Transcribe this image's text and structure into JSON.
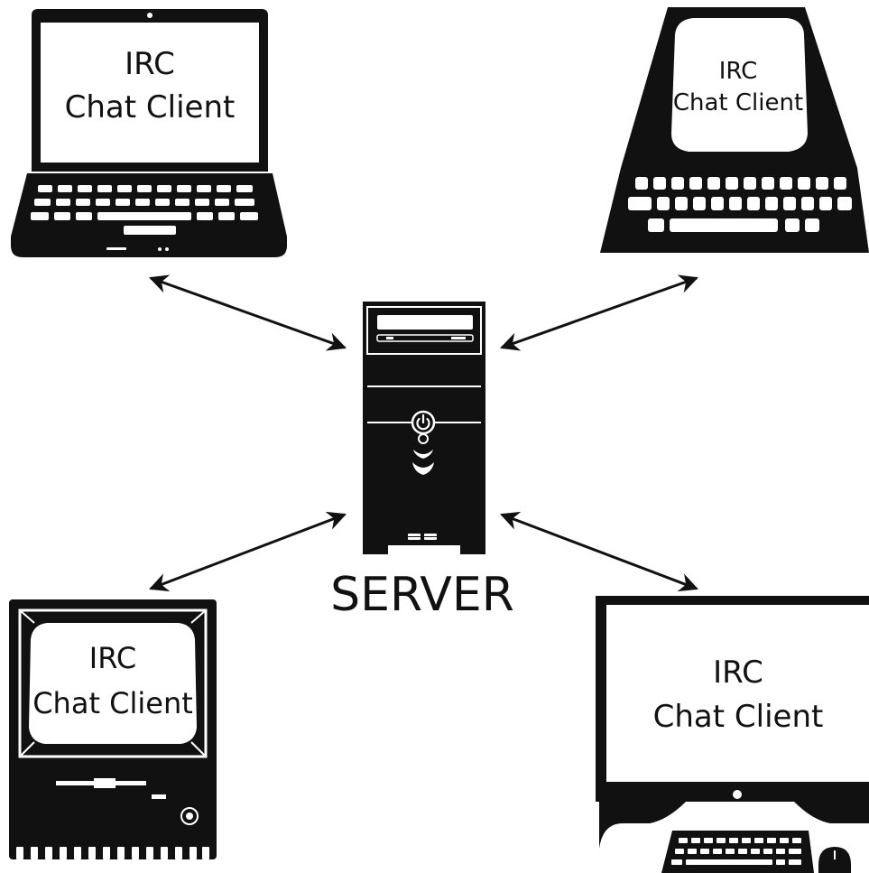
{
  "server": {
    "label": "SERVER"
  },
  "clients": [
    {
      "device": "laptop",
      "line1": "IRC",
      "line2": "Chat Client"
    },
    {
      "device": "vintage-terminal",
      "line1": "IRC",
      "line2": "Chat Client"
    },
    {
      "device": "retro-computer",
      "line1": "IRC",
      "line2": "Chat Client"
    },
    {
      "device": "desktop-monitor",
      "line1": "IRC",
      "line2": "Chat Client"
    }
  ],
  "colors": {
    "ink": "#111111",
    "paper": "#ffffff"
  },
  "connections": [
    {
      "from": "laptop",
      "to": "server",
      "direction": "bidirectional"
    },
    {
      "from": "vintage-terminal",
      "to": "server",
      "direction": "bidirectional"
    },
    {
      "from": "retro-computer",
      "to": "server",
      "direction": "bidirectional"
    },
    {
      "from": "desktop-monitor",
      "to": "server",
      "direction": "bidirectional"
    }
  ]
}
